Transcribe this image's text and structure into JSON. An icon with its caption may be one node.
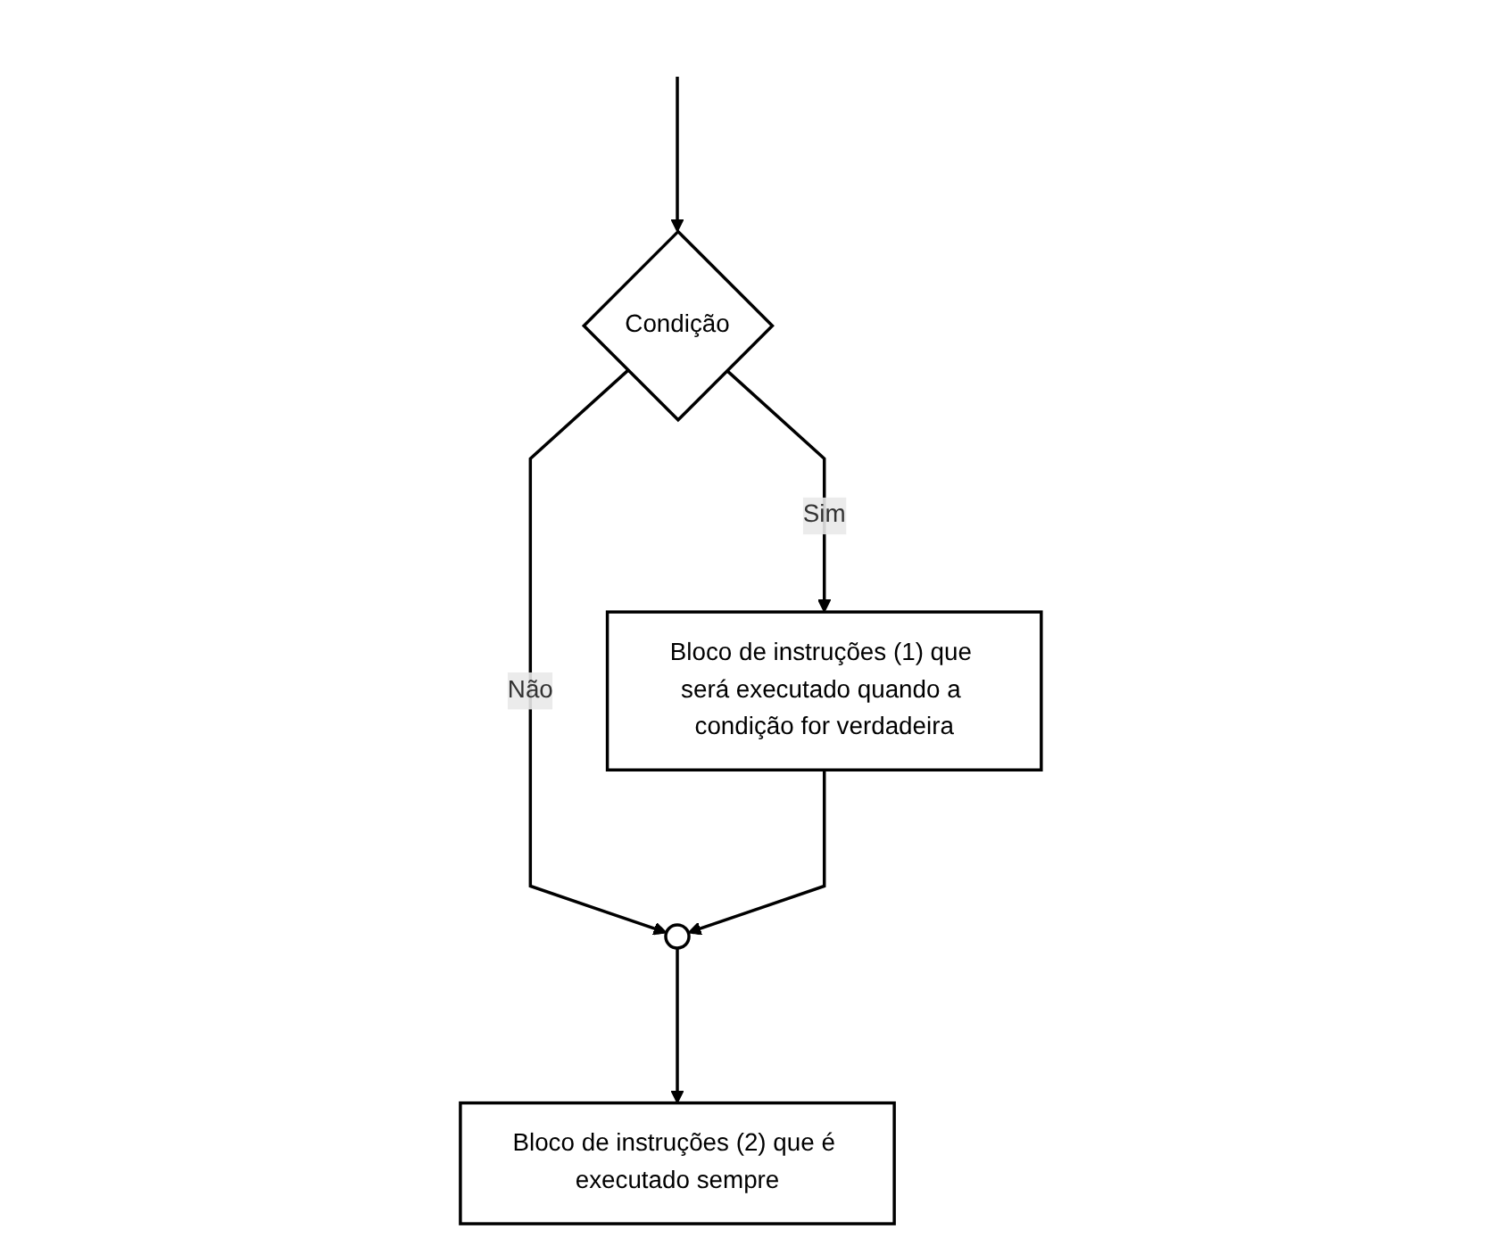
{
  "diagram": {
    "nodes": [
      {
        "text": [
          "Condição"
        ]
      },
      {
        "text": [
          "Bloco de instruções (1) que será executado quando a condição for verdadeira"
        ]
      },
      {
        "text": [],
        "shape": "circle"
      },
      {
        "text": [
          "Bloco de instruções (2) que é executado sempre"
        ]
      }
    ],
    "edges": [
      {
        "from": null,
        "to": 0,
        "arrow": "to"
      },
      {
        "from": 0,
        "to": 2,
        "label": "Não",
        "arrow": "to"
      },
      {
        "from": 0,
        "to": 1,
        "label": "Sim",
        "arrow": "to"
      },
      {
        "from": 1,
        "to": 2,
        "arrow": "to"
      },
      {
        "from": 2,
        "to": 3,
        "arrow": "to"
      }
    ]
  }
}
